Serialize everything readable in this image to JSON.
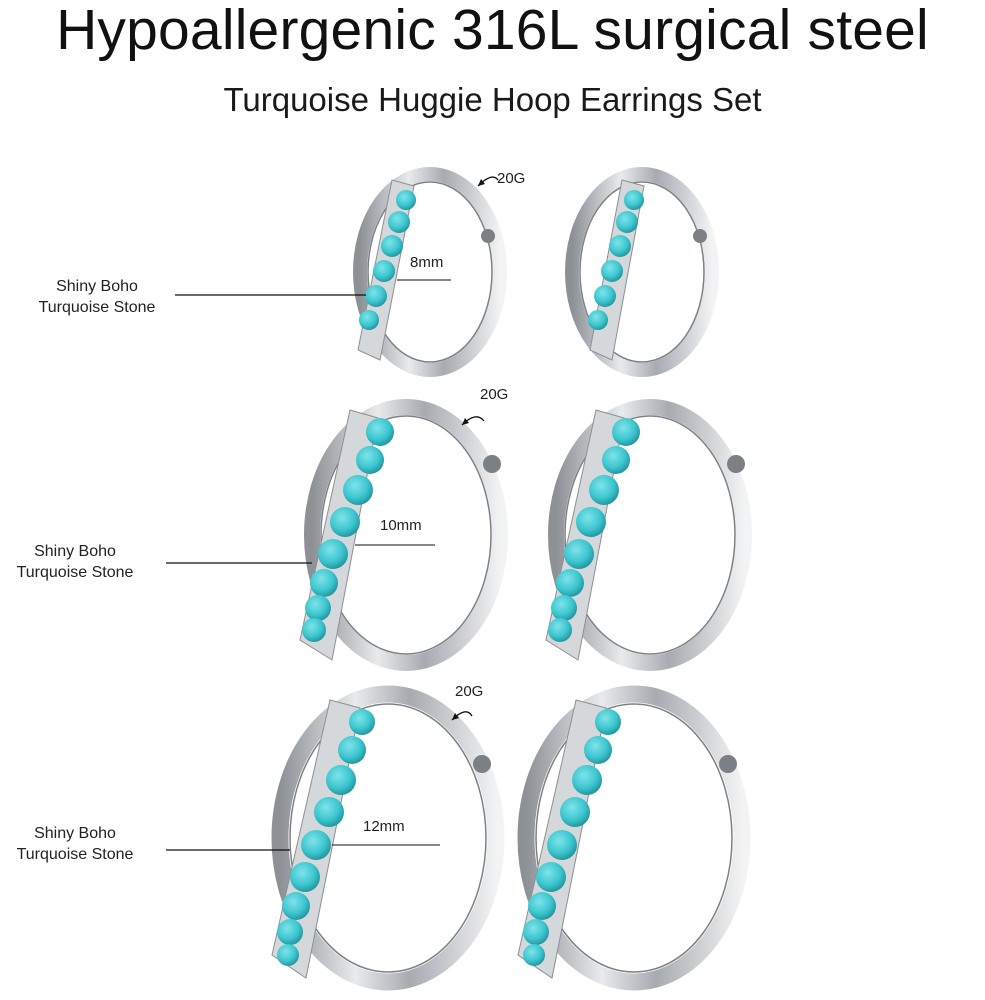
{
  "title": "Hypoallergenic 316L surgical steel",
  "subtitle": "Turquoise Huggie Hoop Earrings Set",
  "rows": [
    {
      "label_line1": "Shiny Boho",
      "label_line2": "Turquoise Stone",
      "size": "8mm",
      "gauge": "20G"
    },
    {
      "label_line1": "Shiny Boho",
      "label_line2": "Turquoise Stone",
      "size": "10mm",
      "gauge": "20G"
    },
    {
      "label_line1": "Shiny Boho",
      "label_line2": "Turquoise Stone",
      "size": "12mm",
      "gauge": "20G"
    }
  ],
  "colors": {
    "turquoise": "#3cc6cf",
    "steel": "#c9ccd0",
    "text": "#111111"
  }
}
